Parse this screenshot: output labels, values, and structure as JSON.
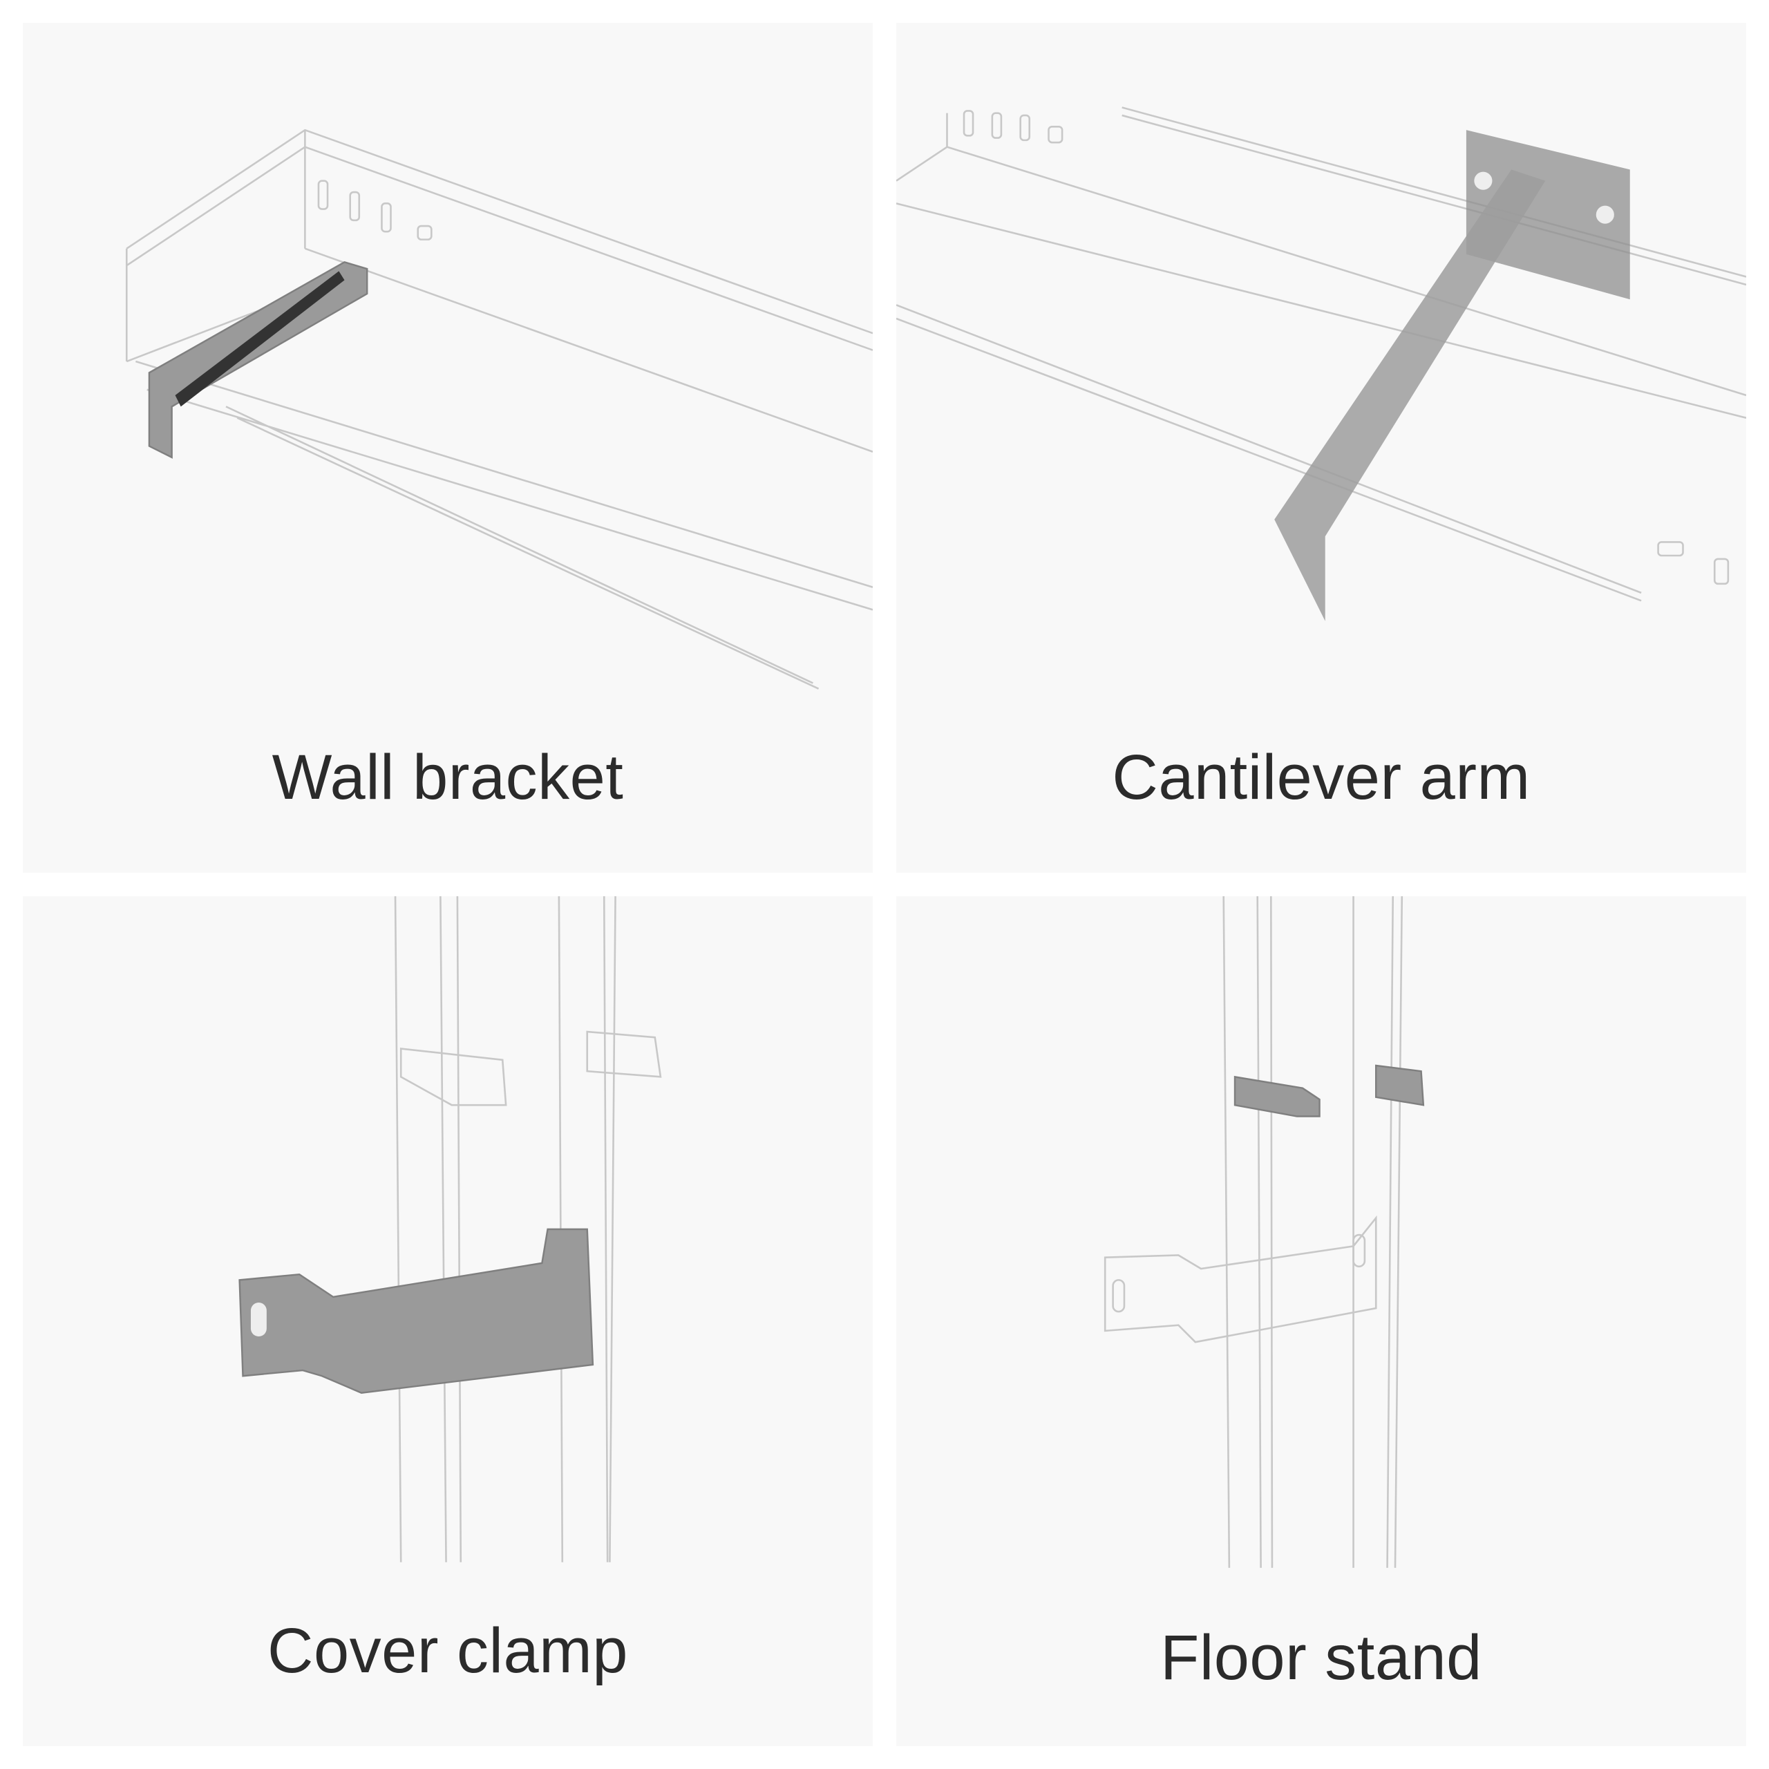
{
  "items": [
    {
      "label": "Wall bracket"
    },
    {
      "label": "Cantilever arm"
    },
    {
      "label": "Cover clamp"
    },
    {
      "label": "Floor stand"
    }
  ]
}
